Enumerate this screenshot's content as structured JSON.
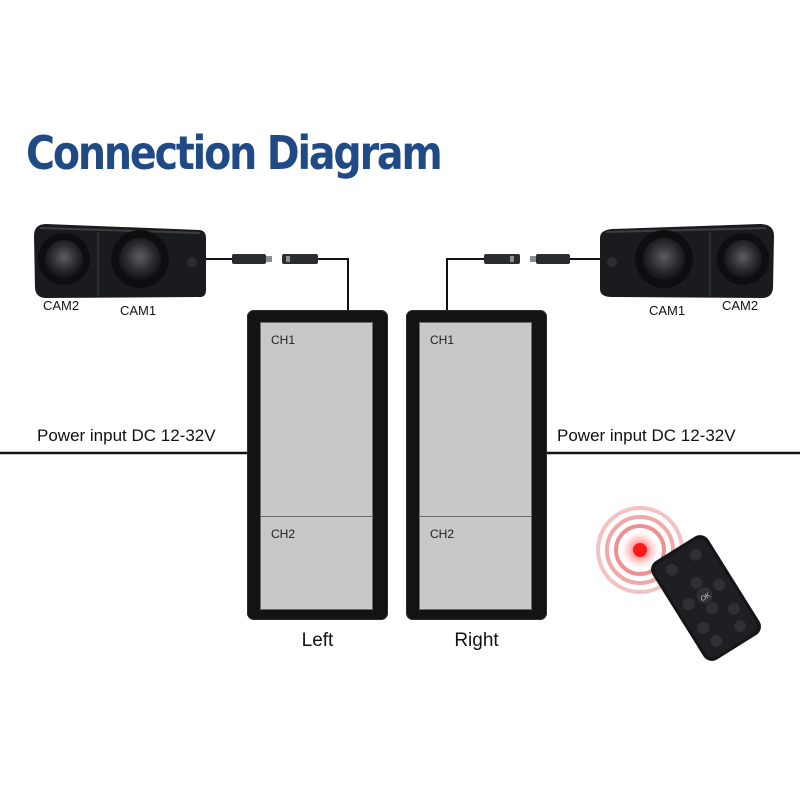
{
  "title": "Connection Diagram",
  "power": {
    "left_label": "Power input DC 12-32V",
    "right_label": "Power input DC 12-32V"
  },
  "cameras": {
    "left": {
      "cam2_label": "CAM2",
      "cam1_label": "CAM1"
    },
    "right": {
      "cam1_label": "CAM1",
      "cam2_label": "CAM2"
    }
  },
  "monitors": [
    {
      "label": "Left",
      "ch1": "CH1",
      "ch2": "CH2"
    },
    {
      "label": "Right",
      "ch1": "CH1",
      "ch2": "CH2"
    }
  ],
  "remote": {
    "ok_label": "OK"
  },
  "colors": {
    "title": "#1f4a86",
    "cable": "#111111",
    "screen": "#c8c8c8",
    "bezel": "#121315",
    "signal": "#e81c1c"
  }
}
